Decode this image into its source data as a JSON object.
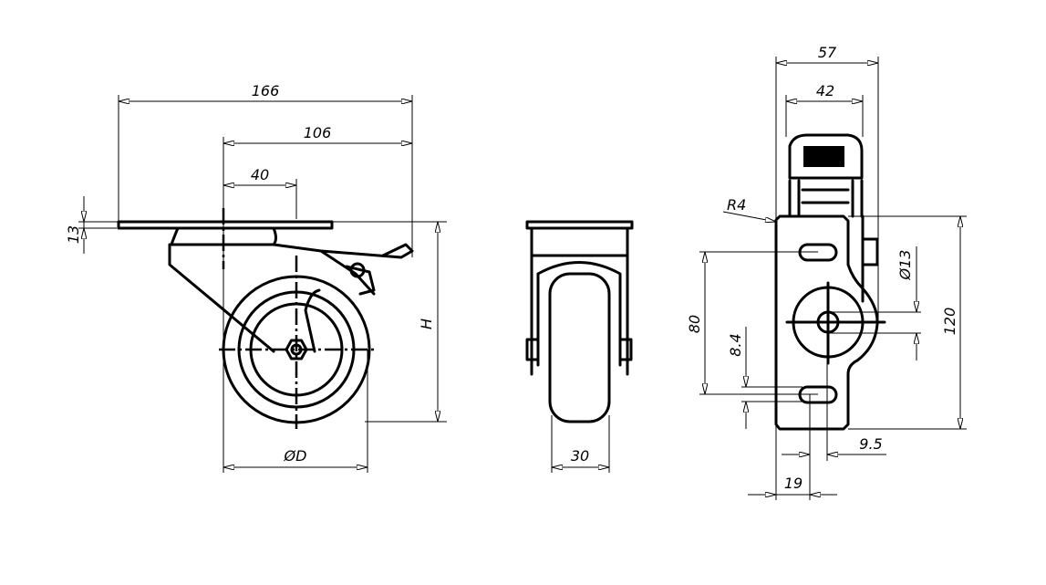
{
  "title": "Swivel castor with brake - technical drawing",
  "side_view": {
    "dim_overall_length": "166",
    "dim_plate_to_lever": "106",
    "dim_offset": "40",
    "dim_plate_thickness": "13",
    "dim_height": "H",
    "dim_wheel_diameter": "ØD"
  },
  "front_view": {
    "dim_wheel_width": "30"
  },
  "plate_view": {
    "dim_overall_width": "57",
    "dim_cap_width": "42",
    "dim_corner_radius": "R4",
    "dim_hole_diameter": "Ø13",
    "dim_plate_length": "120",
    "dim_slot_spacing": "80",
    "dim_slot_width": "8.4",
    "dim_slot_offset": "9.5",
    "dim_edge_to_slot": "19"
  },
  "colors": {
    "line": "#000000",
    "background": "#ffffff"
  }
}
